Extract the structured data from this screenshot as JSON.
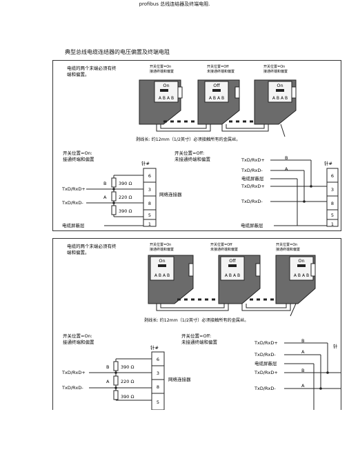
{
  "doc_title": "profibus 总线连结器及终端电阻.",
  "heading": "典型总线电缆连结器的电压偏置及终端电阻",
  "panels": [
    {
      "note": [
        "电缆的两个末端必须有终",
        "端和偏置。"
      ],
      "connectors": [
        {
          "switch_note": [
            "开关位置=On",
            "接通终端和偏置"
          ],
          "state": "On",
          "pins": "A B A B"
        },
        {
          "switch_note": [
            "开关位置=Off",
            "未接通终端和偏置"
          ],
          "state": "Off",
          "pins": "A B A B"
        },
        {
          "switch_note": [
            "开关位置=On",
            "接通终端和偏置"
          ],
          "state": "On",
          "pins": "A B A B"
        }
      ],
      "cable_caption": "剥线长: 约12mm（1/2英寸）必须接触所有的金属丝。",
      "left": {
        "switch_title": [
          "开关位置=On:",
          "接通终端和偏置"
        ],
        "resistors": [
          "390 Ω",
          "220 Ω",
          "390 Ω"
        ],
        "b": "B",
        "a": "A",
        "txd_p": "TxD/RxD+",
        "txd_n": "TxD/RxD-",
        "shield": "电缆屏蔽层",
        "net": "网络连接器",
        "pin_header": "针#",
        "pins": [
          "6",
          "3",
          "8",
          "5",
          "1"
        ]
      },
      "right": {
        "switch_title": [
          "开关位置=Off:",
          "未接通终端和偏置"
        ],
        "sigs": [
          "TxD/RxD+",
          "TxD/RxD-",
          "电缆屏蔽层",
          "TxD/RxD+",
          "TxD/RxD-"
        ],
        "b": "B",
        "a": "A",
        "shield": "电缆屏蔽层",
        "pin_header": "针#",
        "pins": [
          "6",
          "3",
          "8",
          "5",
          "1"
        ]
      }
    },
    {
      "note": [
        "电缆的两个末端必须有终",
        "端和偏置。"
      ],
      "connectors": [
        {
          "switch_note": [
            "开关位置=On",
            "接通终端和偏置"
          ],
          "state": "On",
          "pins": "A B A B"
        },
        {
          "switch_note": [
            "开关位置=Off",
            "未接通终端和偏置"
          ],
          "state": "Off",
          "pins": "A B A B"
        },
        {
          "switch_note": [
            "开关位置=On",
            "接通终端和偏置"
          ],
          "state": "On",
          "pins": "A B A B"
        }
      ],
      "cable_caption": "剥线长: 约12mm（1/2英寸）必须接触所有的金属丝。",
      "left": {
        "switch_title": [
          "开关位置=On:",
          "接通终端和偏置"
        ],
        "resistors": [
          "390 Ω",
          "220 Ω",
          "390 Ω"
        ],
        "b": "B",
        "a": "A",
        "txd_p": "TxD/RxD+",
        "txd_n": "TxD/RxD-",
        "net": "网络连接器",
        "pin_header": "针#",
        "pins": [
          "6",
          "3",
          "8",
          "5"
        ]
      },
      "right": {
        "switch_title": [
          "开关位置=Off:",
          "未接通终端和偏置"
        ],
        "sigs": [
          "TxD/RxD+",
          "TxD/RxD-",
          "电缆屏蔽层",
          "TxD/RxD+",
          "TxD/RxD-"
        ],
        "b": "B",
        "a": "A",
        "pin_header": "针"
      }
    }
  ]
}
